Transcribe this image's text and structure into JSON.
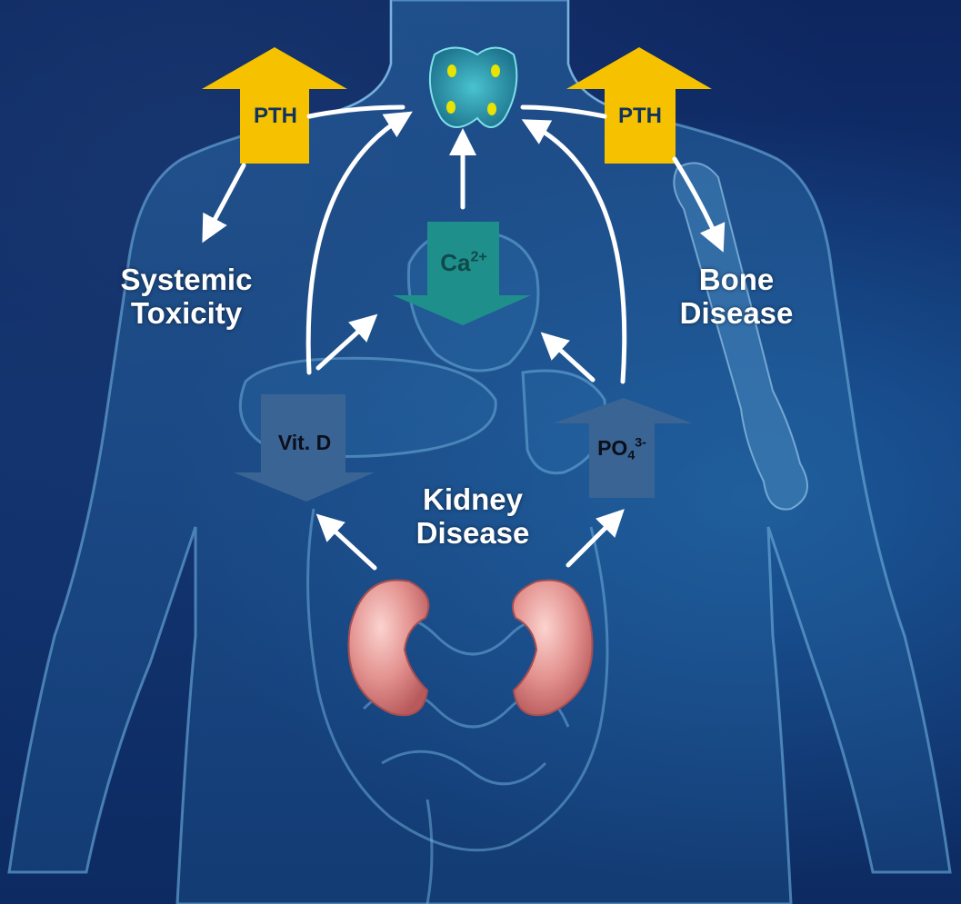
{
  "labels": {
    "pth_left": "PTH",
    "pth_right": "PTH",
    "calcium": {
      "base": "Ca",
      "superscript": "2+"
    },
    "vitamin_d": "Vit. D",
    "phosphate": {
      "base": "PO",
      "subscript": "4",
      "superscript": "3-"
    },
    "systemic_toxicity": [
      "Systemic",
      "Toxicity"
    ],
    "bone_disease": [
      "Bone",
      "Disease"
    ],
    "kidney_disease": [
      "Kidney",
      "Disease"
    ]
  },
  "colors": {
    "pth_arrow": "#f6c200",
    "calcium_arrow": "#1f8f8c",
    "vitamin_d_arrow": "#3a6494",
    "phosphate_arrow": "#3a6494",
    "connector": "#ffffff",
    "kidney": "#e69a97",
    "thyroid": "#2a9fb0",
    "thyroid_nodes": "#e8e300"
  },
  "arrow_directions": {
    "pth_left": "up",
    "pth_right": "up",
    "calcium": "down",
    "vitamin_d": "down",
    "phosphate": "up"
  }
}
